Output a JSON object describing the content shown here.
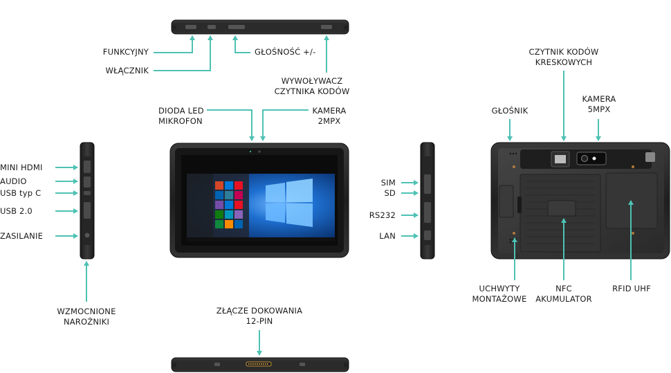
{
  "labels": {
    "funkcyjny": "FUNKCYJNY",
    "wlacznik": "WŁĄCZNIK",
    "glosnosc": "GŁOŚNOŚĆ +/-",
    "wywolywacz_1": "WYWOŁYWACZ",
    "wywolywacz_2": "CZYTNIKA KODÓW",
    "dioda_1": "DIODA LED",
    "dioda_2": "MIKROFON",
    "kamera2_1": "KAMERA",
    "kamera2_2": "2MPX",
    "mini_hdmi": "MINI HDMI",
    "audio": "AUDIO",
    "usb_c": "USB typ C",
    "usb_20": "USB 2.0",
    "zasilanie": "ZASILANIE",
    "wzmocnione_1": "WZMOCNIONE",
    "wzmocnione_2": "NAROŻNIKI",
    "zlacze_1": "ZŁĄCZE DOKOWANIA",
    "zlacze_2": "12-PIN",
    "sim": "SIM",
    "sd": "SD",
    "rs232": "RS232",
    "lan": "LAN",
    "czytnik_1": "CZYTNIK KODÓW",
    "czytnik_2": "KRESKOWYCH",
    "glosnik": "GŁOŚNIK",
    "kamera5_1": "KAMERA",
    "kamera5_2": "5MPX",
    "uchwyty_1": "UCHWYTY",
    "uchwyty_2": "MONTAŻOWE",
    "nfc_1": "NFC",
    "nfc_2": "AKUMULATOR",
    "rfid": "RFID UHF"
  },
  "colors": {
    "arrow": "#4ec1b4",
    "device_body": "#2a2a2a",
    "device_edge": "#111111",
    "screen_blue": "#0a3e86"
  }
}
